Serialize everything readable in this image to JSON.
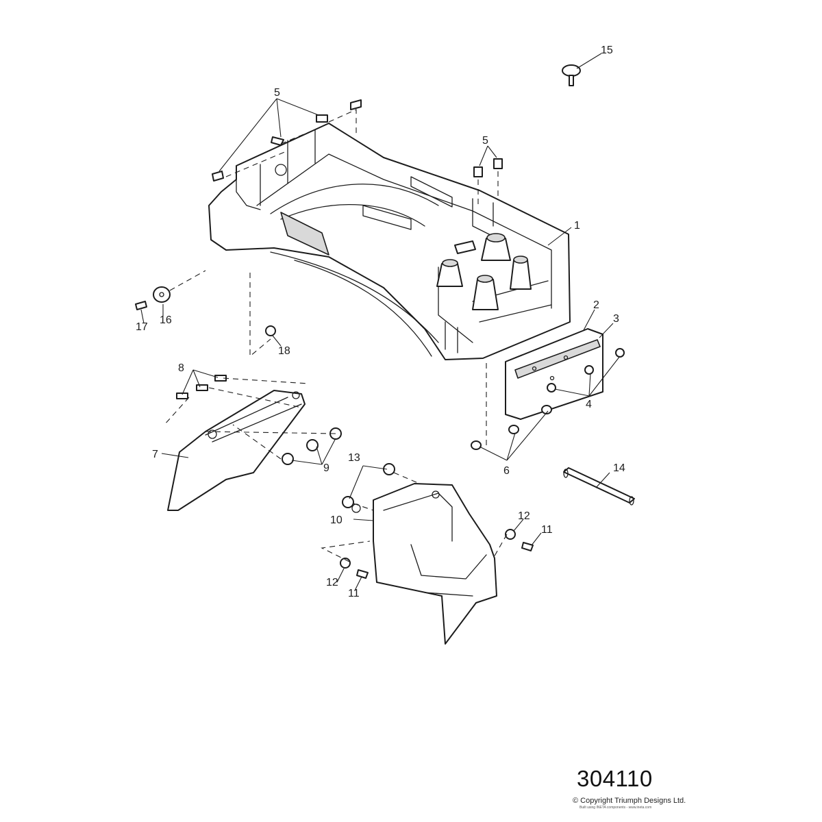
{
  "diagram_code": "304110",
  "copyright": "© Copyright Triumph Designs Ltd.",
  "build_note": "Built using INETA components - www.ineta.com",
  "callouts": [
    "1",
    "2",
    "3",
    "4",
    "5",
    "5",
    "6",
    "7",
    "8",
    "9",
    "10",
    "11",
    "11",
    "12",
    "12",
    "13",
    "14",
    "15",
    "16",
    "17",
    "18"
  ]
}
